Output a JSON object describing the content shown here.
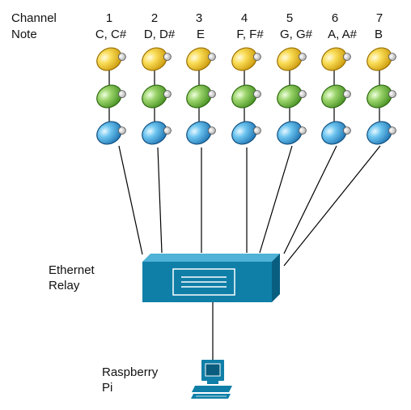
{
  "header": {
    "channel_label": "Channel",
    "note_label": "Note"
  },
  "channels": [
    {
      "number": "1",
      "note": "C, C#"
    },
    {
      "number": "2",
      "note": "D, D#"
    },
    {
      "number": "3",
      "note": "E"
    },
    {
      "number": "4",
      "note": "F, F#"
    },
    {
      "number": "5",
      "note": "G, G#"
    },
    {
      "number": "6",
      "note": "A, A#"
    },
    {
      "number": "7",
      "note": "B"
    }
  ],
  "bulb_colors": {
    "top": "#f2c21a",
    "middle": "#6fb53a",
    "bottom": "#2f9ed8"
  },
  "relay": {
    "label_line1": "Ethernet",
    "label_line2": "Relay",
    "color": "#0f7fa8"
  },
  "computer": {
    "label_line1": "Raspberry",
    "label_line2": "Pi",
    "color": "#0f7fa8"
  }
}
